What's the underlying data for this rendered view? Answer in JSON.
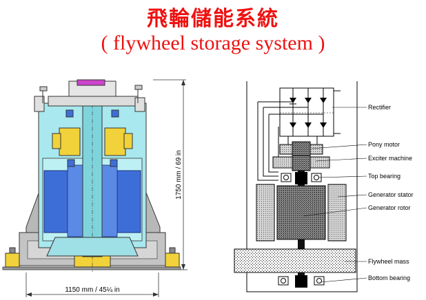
{
  "title": {
    "chinese": "飛輪儲能系統",
    "english": "( flywheel storage system )"
  },
  "left_drawing": {
    "height_dimension": "1750 mm / 69 in",
    "width_dimension": "1150 mm / 45¼ in"
  },
  "right_diagram": {
    "labels": {
      "rectifier": "Rectifier",
      "pony_motor": "Pony motor",
      "exciter_machine": "Exciter machine",
      "top_bearing": "Top bearing",
      "generator_stator": "Generator stator",
      "generator_rotor": "Generator rotor",
      "flywheel_mass": "Flywheel mass",
      "bottom_bearing": "Bottom bearing"
    }
  },
  "colors": {
    "title": "#ee1111",
    "cyan_housing": "#a8e8ee",
    "blue_winding": "#3d6ed8",
    "yellow_parts": "#f2d23a",
    "gray_base": "#b8b8b8",
    "magenta_top": "#cc44cc"
  }
}
